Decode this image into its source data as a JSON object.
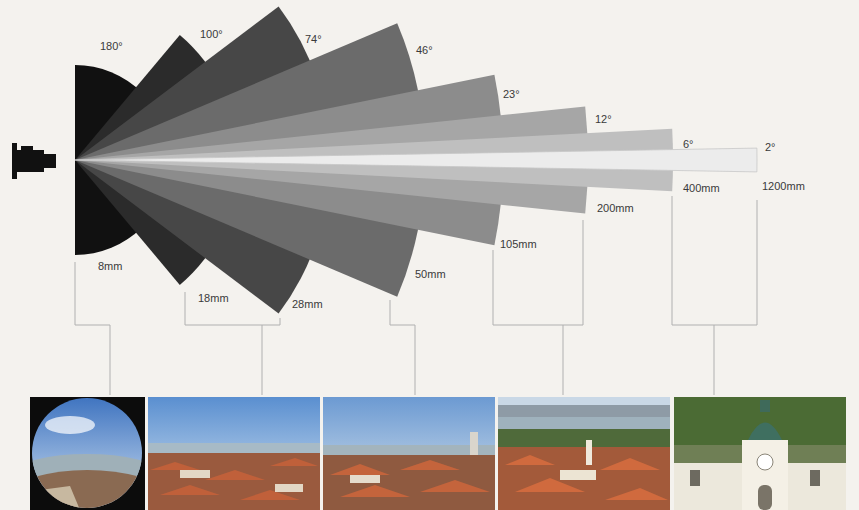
{
  "diagram": {
    "labels": [
      "180°",
      "100°",
      "74°",
      "46°",
      "23°",
      "12°",
      "6°",
      "2°",
      "8mm",
      "18mm",
      "28mm",
      "50mm",
      "105mm",
      "200mm",
      "400mm",
      "1200mm"
    ]
  }
}
